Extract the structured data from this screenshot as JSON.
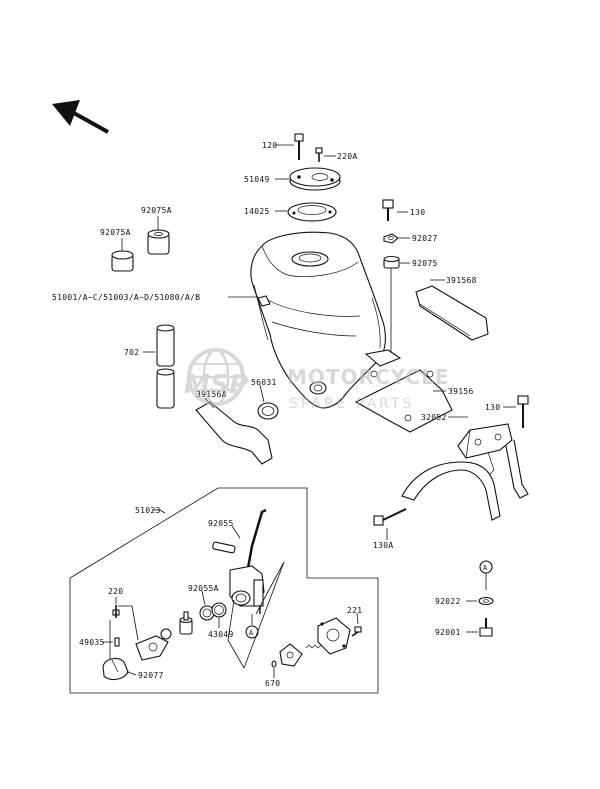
{
  "labels": {
    "p120": "120",
    "p220a": "220A",
    "p51049": "51049",
    "p14025": "14025",
    "p130_top": "130",
    "p92027": "92027",
    "p92075": "92075",
    "p92075a_1": "92075A",
    "p92075a_2": "92075A",
    "p51001": "51001/A~C/51003/A~D/51080/A/B",
    "p391568": "391568",
    "p702": "702",
    "p56031": "56031",
    "p39156a": "39156A",
    "p39156": "39156",
    "p32052": "32052",
    "p130_right": "130",
    "p130a": "130A",
    "p51023": "51023",
    "p92055": "92055",
    "p220": "220",
    "p92055a": "92055A",
    "p221": "221",
    "p43049": "43049",
    "p49035": "49035",
    "p92077": "92077",
    "p670": "670",
    "p92022": "92022",
    "p92001": "92001",
    "callout_a1": "A",
    "callout_a2": "A"
  },
  "watermark": {
    "logo": "MSP",
    "line1": "MOTORCYCLE",
    "line2": "SPARE PARTS"
  },
  "icons": {
    "direction": "front-direction-arrow-icon",
    "watermark": "globe-logo-icon"
  },
  "colors": {
    "ink": "#111111",
    "watermark": "#b9b9b9",
    "background": "#ffffff"
  }
}
